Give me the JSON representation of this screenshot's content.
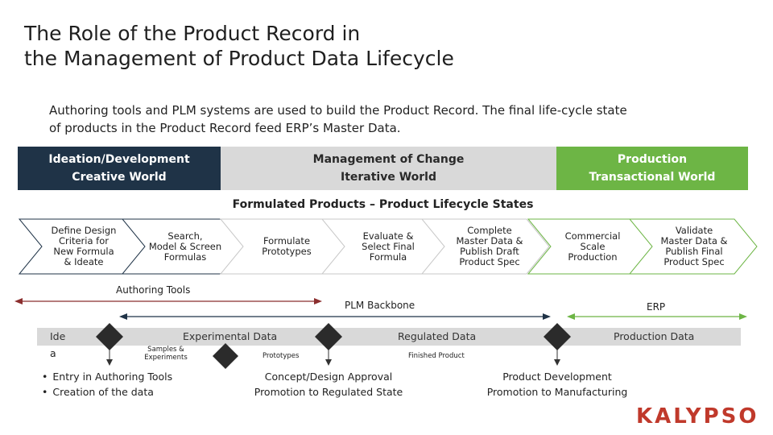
{
  "title_line1": "The Role of the Product Record in",
  "title_line2": "the Management of Product Data Lifecycle",
  "intro_line1": "Authoring tools and PLM systems are used to build the Product Record. The final life-cycle state",
  "intro_line2": "of products in the Product Record feed ERP’s Master Data.",
  "bands": {
    "ideation": {
      "line1": "Ideation/Development",
      "line2": "Creative World",
      "color": "#1f3347"
    },
    "change": {
      "line1": "Management of Change",
      "line2": "Iterative World",
      "color": "#d9d9d9"
    },
    "production": {
      "line1": "Production",
      "line2": "Transactional World",
      "color": "#6db545"
    }
  },
  "lifecycle_title": "Formulated Products – Product Lifecycle States",
  "chevrons": [
    {
      "lines": [
        "Define Design",
        "Criteria for",
        "New Formula",
        "& Ideate"
      ]
    },
    {
      "lines": [
        "Search,",
        "Model & Screen",
        "Formulas"
      ]
    },
    {
      "lines": [
        "Formulate",
        "Prototypes"
      ]
    },
    {
      "lines": [
        "Evaluate &",
        "Select Final",
        "Formula"
      ]
    },
    {
      "lines": [
        "Complete",
        "Master Data &",
        "Publish Draft",
        "Product Spec"
      ]
    },
    {
      "lines": [
        "Commercial",
        "Scale",
        "Production"
      ]
    },
    {
      "lines": [
        "Validate",
        "Master Data &",
        "Publish Final",
        "Product Spec"
      ]
    }
  ],
  "spans": {
    "authoring": "Authoring Tools",
    "plm": "PLM Backbone",
    "erp": "ERP"
  },
  "track": {
    "ide_top": "Ide",
    "ide_bottom": "a",
    "experimental": "Experimental Data",
    "regulated": "Regulated Data",
    "production": "Production Data"
  },
  "markers": {
    "samples_line1": "Samples &",
    "samples_line2": "Experiments",
    "prototypes": "Prototypes",
    "finished": "Finished Product"
  },
  "notes": {
    "bullet1": "Entry in Authoring Tools",
    "bullet2": "Creation of the data",
    "concept_line1": "Concept/Design Approval",
    "concept_line2": "Promotion to Regulated State",
    "product_line1": "Product Development",
    "product_line2": "Promotion to Manufacturing"
  },
  "logo": "KALYPSO",
  "colors": {
    "authoring_arrow": "#8b2e2e",
    "plm_arrow": "#1f3347",
    "erp_arrow": "#6db545",
    "track": "#d9d9d9",
    "logo": "#c0392b"
  }
}
